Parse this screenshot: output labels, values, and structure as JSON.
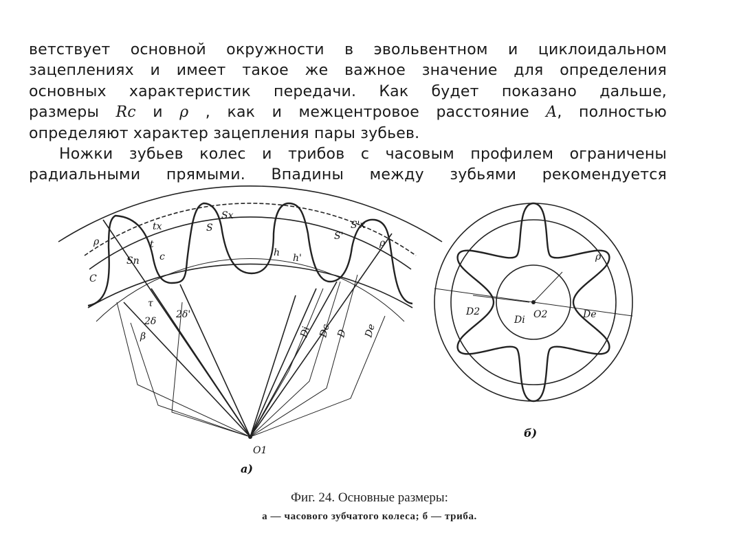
{
  "text": {
    "lines": [
      [
        "ветствует основной окружности в эвольвентном и циклоидальном"
      ],
      [
        "зацеплениях и имеет такое же важное значение для определения"
      ],
      [
        "основных характеристик передачи. Как будет показано дальше,"
      ],
      [
        "размеры ",
        "Rc",
        " и ",
        "ρ",
        " , как и межцентровое расстояние ",
        "A",
        ", полностью"
      ],
      [
        "определяют характер зацепления пары зубьев."
      ],
      [
        "Ножки зубьев колес и трибов с часовым профилем ограничены"
      ],
      [
        "радиальными прямыми. Впадины между зубьями рекомендуется"
      ]
    ]
  },
  "figure_a": {
    "labels": {
      "tx": "tx",
      "sx": "Sx",
      "s": "S",
      "sx_prime": "S'x",
      "s_prime": "S'",
      "rho": "ρ",
      "sn": "Sn",
      "t": "t",
      "c": "c",
      "c_left": "C",
      "tau": "τ",
      "two_delta": "2δ",
      "two_delta_prime": "2δ'",
      "beta": "β",
      "h": "h",
      "h_prime": "h'",
      "di": "Di",
      "dc": "Dc",
      "d": "D",
      "de": "De",
      "center": "O1",
      "label": "а)"
    }
  },
  "figure_b": {
    "labels": {
      "d2": "D2",
      "di": "Di",
      "center": "O2",
      "de": "De",
      "rho": "ρ",
      "label": "б)"
    }
  },
  "caption": {
    "title": "Фиг. 24. Основные размеры:",
    "subtitle": "а — часового зубчатого колеса; б — триба."
  }
}
